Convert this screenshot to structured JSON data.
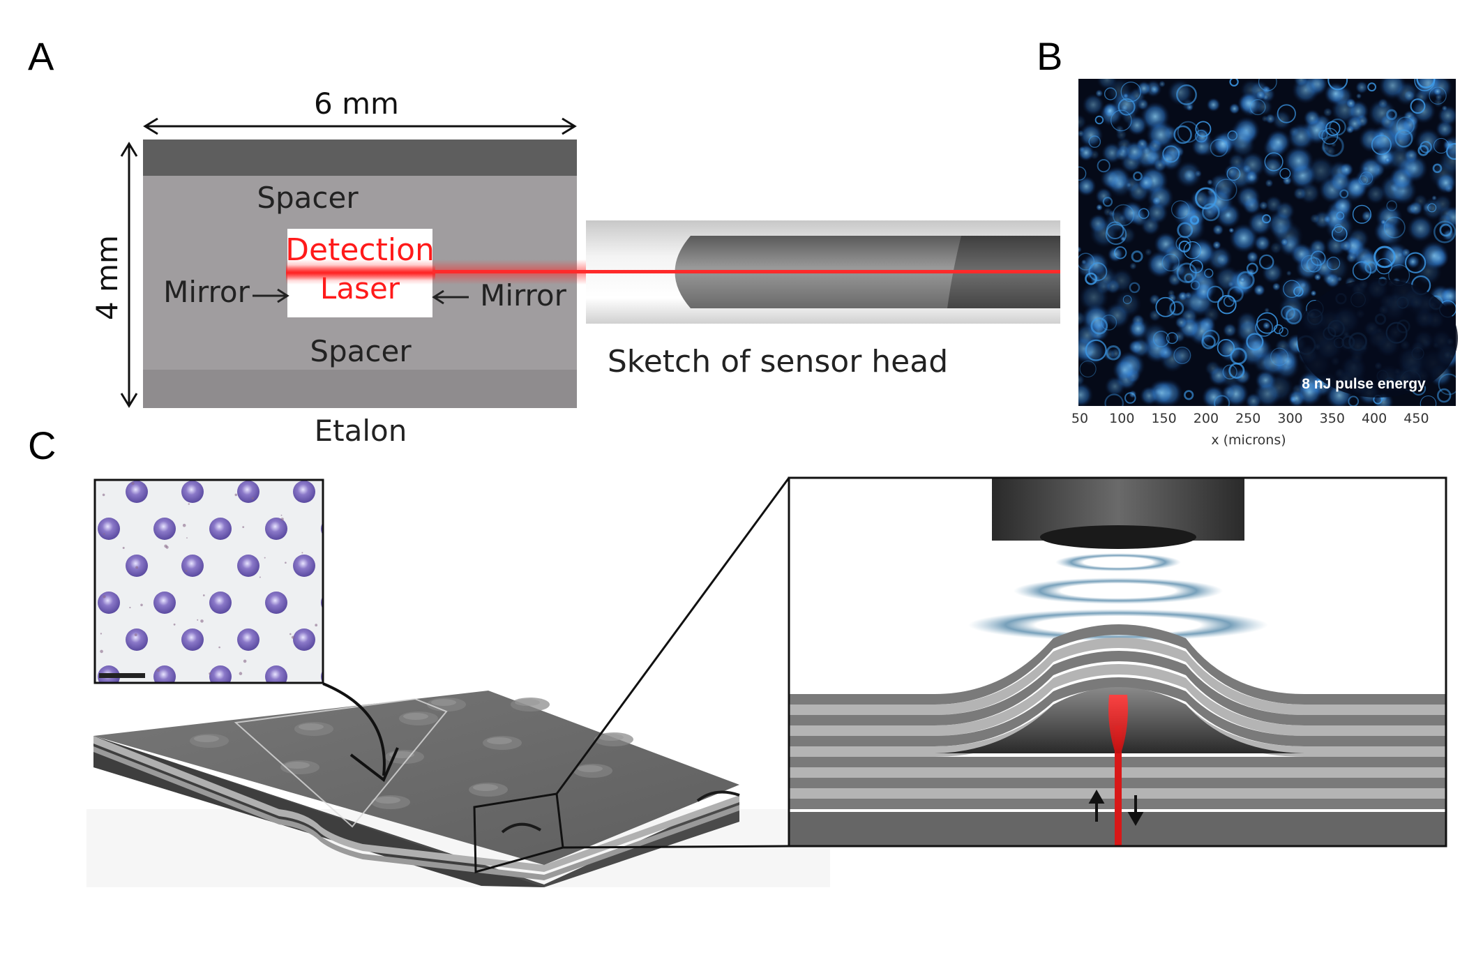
{
  "figure": {
    "panel_labels": {
      "a": "A",
      "b": "B",
      "c": "C"
    }
  },
  "panel_a": {
    "width_label": "6 mm",
    "height_label": "4 mm",
    "spacer_top": "Spacer",
    "spacer_bottom": "Spacer",
    "detection_label": "Detection",
    "laser_label": "Laser",
    "mirror_left": "Mirror",
    "mirror_right": "Mirror",
    "etalon_label": "Etalon",
    "sensor_caption": "Sketch of sensor head",
    "colors": {
      "laser": "#ff2020",
      "body": "#a09d9f",
      "top_strip": "#606060"
    }
  },
  "panel_b": {
    "annotation": "8 nJ pulse energy",
    "x_ticks": [
      "50",
      "100",
      "150",
      "200",
      "250",
      "300",
      "350",
      "400",
      "450"
    ],
    "x_axis_label": "x (microns)",
    "colors": {
      "signal": "#4aa8f0",
      "background": "#050a18"
    }
  },
  "panel_c": {
    "colors": {
      "laser": "#e01818",
      "layers_light": "#b4b4b4",
      "layers_dark": "#7a7a7a"
    }
  }
}
